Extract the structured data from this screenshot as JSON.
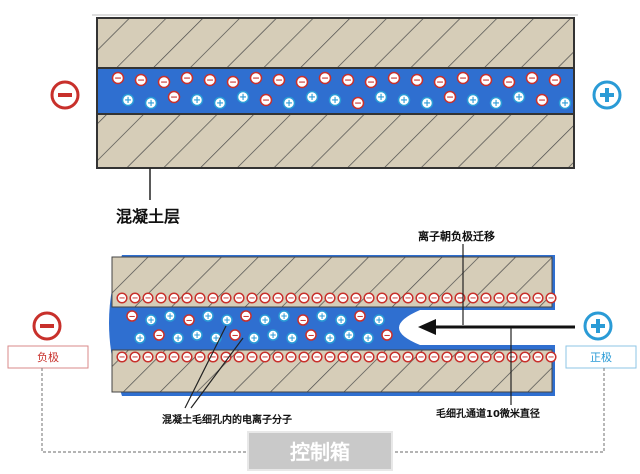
{
  "labels": {
    "concrete_layer": "混凝土层",
    "ion_migration": "离子朝负极迁移",
    "capillary_ions": "混凝土毛细孔内的电离子分子",
    "capillary_diameter": "毛细孔通道10微米直径",
    "negative_pole": "负极",
    "positive_pole": "正极",
    "control_box": "控制箱"
  },
  "symbols": {
    "minus": "−",
    "plus": "+"
  },
  "colors": {
    "concrete": "#d6cdb8",
    "channel_blue": "#2f6fd0",
    "minus_red": "#c8302b",
    "plus_blue": "#2a9bd6",
    "box_border_red": "#d98a8a",
    "box_border_blue": "#8ec6e6"
  },
  "icons": [
    "minus-circle-icon",
    "plus-circle-icon",
    "arrow-left-icon"
  ]
}
